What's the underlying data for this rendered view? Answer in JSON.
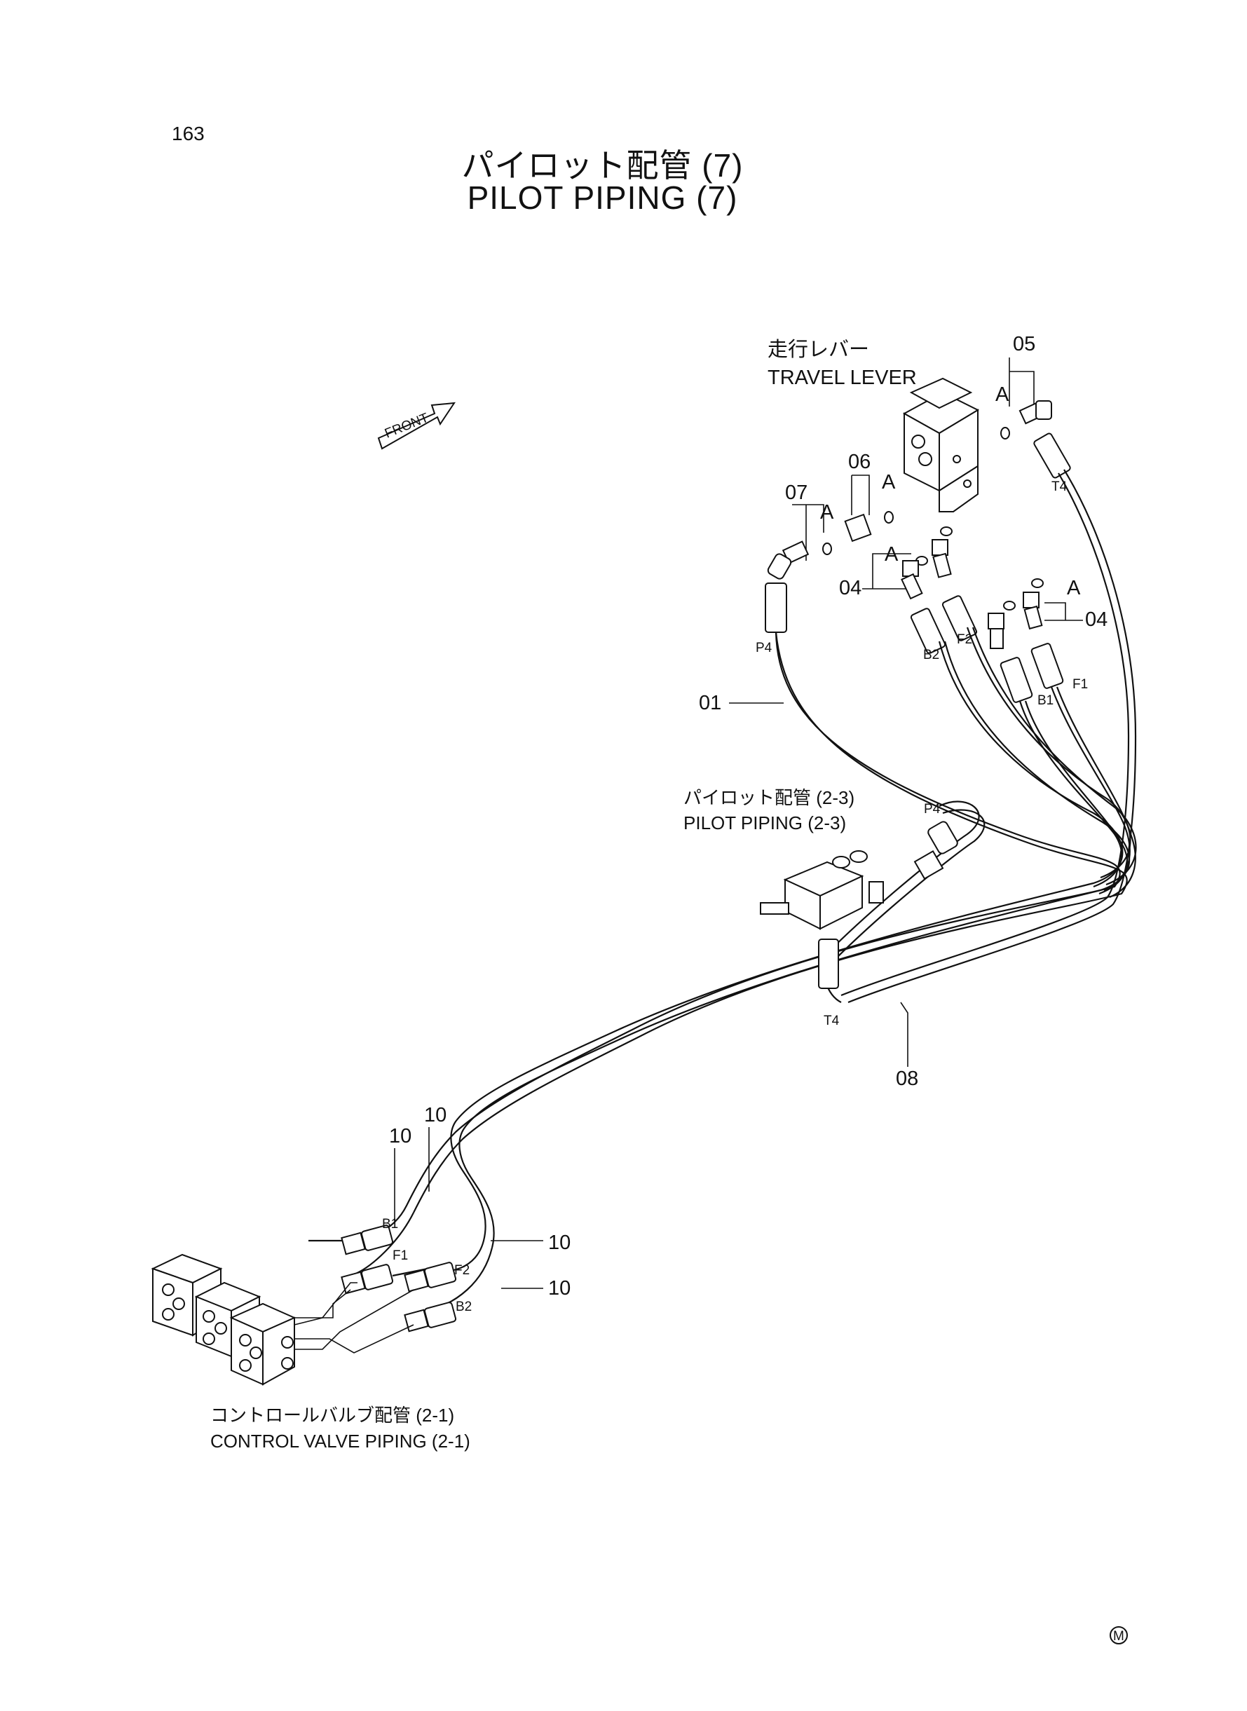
{
  "page": {
    "number": "163",
    "mark": "M"
  },
  "title": {
    "jp": "パイロット配管 (7)",
    "en": "PILOT PIPING (7)"
  },
  "labels": {
    "travel_lever_jp": "走行レバー",
    "travel_lever_en": "TRAVEL LEVER",
    "pilot_ref_jp": "パイロット配管 (2-3)",
    "pilot_ref_en": "PILOT PIPING (2-3)",
    "cv_ref_jp": "コントロールバルブ配管 (2-1)",
    "cv_ref_en": "CONTROL VALVE PIPING (2-1)",
    "front": "FRONT",
    "view_a": "A"
  },
  "part_numbers": {
    "p01": "01",
    "p04": "04",
    "p05": "05",
    "p06": "06",
    "p07": "07",
    "p08": "08",
    "p10": "10"
  },
  "ports": {
    "P4": "P4",
    "T4": "T4",
    "B1": "B1",
    "B2": "B2",
    "F1": "F1",
    "F2": "F2"
  }
}
